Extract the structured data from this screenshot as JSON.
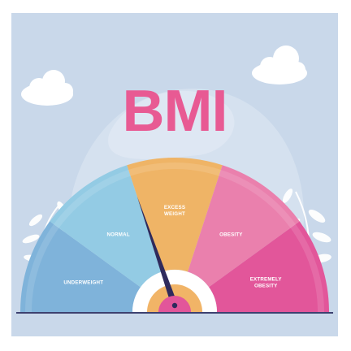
{
  "title": "BMI",
  "gauge": {
    "needle_pointer_category": "EXCESS WEIGHT",
    "segments": [
      {
        "key": "underweight",
        "lines": [
          "UNDERWEIGHT"
        ],
        "color": "#7fb3da"
      },
      {
        "key": "normal",
        "lines": [
          "NORMAL"
        ],
        "color": "#93cbe4"
      },
      {
        "key": "excess",
        "lines": [
          "EXCESS",
          "WEIGHT"
        ],
        "color": "#efb466"
      },
      {
        "key": "obesity",
        "lines": [
          "OBESITY"
        ],
        "color": "#ea80ad"
      },
      {
        "key": "extreme",
        "lines": [
          "EXTREMELY",
          "OBESITY"
        ],
        "color": "#e2569a"
      }
    ]
  },
  "colors": {
    "background": "#c9d8ea",
    "title": "#e85a93",
    "needle": "#2f2a5c",
    "hub": "#e2569a",
    "hub_ring": "#f1b467",
    "inner_ring": "#ffffff"
  },
  "decor": [
    "cloud-icon",
    "leaf-icon"
  ]
}
